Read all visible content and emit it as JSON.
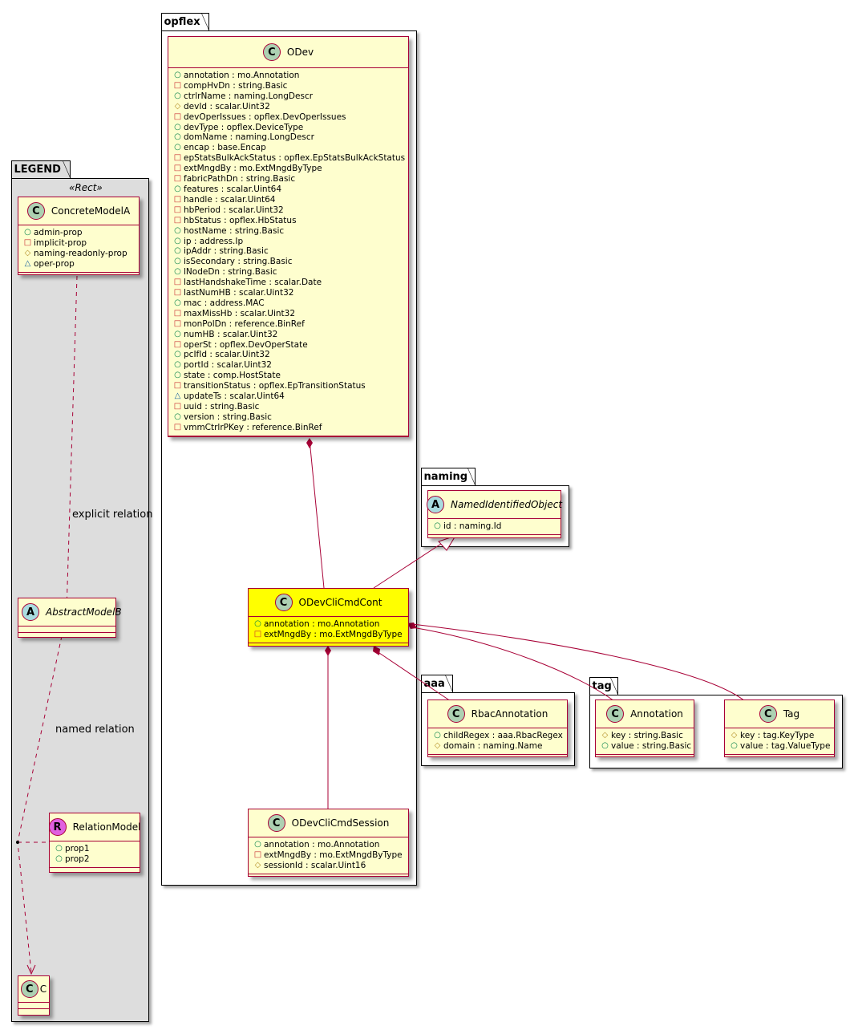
{
  "packages": {
    "legend": "LEGEND",
    "opflex": "opflex",
    "naming": "naming",
    "aaa": "aaa",
    "tag": "tag"
  },
  "legend": {
    "stereotype": "«Rect»",
    "concrete": {
      "name": "ConcreteModelA",
      "badge": "C",
      "attrs": [
        {
          "vis": "public",
          "text": "admin-prop"
        },
        {
          "vis": "private",
          "text": "implicit-prop"
        },
        {
          "vis": "protected",
          "text": "naming-readonly-prop"
        },
        {
          "vis": "package",
          "text": "oper-prop"
        }
      ]
    },
    "abstract": {
      "name": "AbstractModelB",
      "badge": "A"
    },
    "relation_model": {
      "name": "RelationModel",
      "badge": "R",
      "attrs": [
        {
          "vis": "public",
          "text": "prop1"
        },
        {
          "vis": "public",
          "text": "prop2"
        }
      ]
    },
    "c": {
      "name": "C",
      "badge": "C"
    },
    "explicit_relation_label": "explicit relation",
    "named_relation_label": "named relation"
  },
  "odev": {
    "name": "ODev",
    "badge": "C",
    "attrs": [
      {
        "vis": "public",
        "text": "annotation : mo.Annotation"
      },
      {
        "vis": "private",
        "text": "compHvDn : string.Basic"
      },
      {
        "vis": "public",
        "text": "ctrlrName : naming.LongDescr"
      },
      {
        "vis": "protected",
        "text": "devId : scalar.Uint32"
      },
      {
        "vis": "private",
        "text": "devOperIssues : opflex.DevOperIssues"
      },
      {
        "vis": "public",
        "text": "devType : opflex.DeviceType"
      },
      {
        "vis": "public",
        "text": "domName : naming.LongDescr"
      },
      {
        "vis": "public",
        "text": "encap : base.Encap"
      },
      {
        "vis": "private",
        "text": "epStatsBulkAckStatus : opflex.EpStatsBulkAckStatus"
      },
      {
        "vis": "private",
        "text": "extMngdBy : mo.ExtMngdByType"
      },
      {
        "vis": "private",
        "text": "fabricPathDn : string.Basic"
      },
      {
        "vis": "public",
        "text": "features : scalar.Uint64"
      },
      {
        "vis": "private",
        "text": "handle : scalar.Uint64"
      },
      {
        "vis": "private",
        "text": "hbPeriod : scalar.Uint32"
      },
      {
        "vis": "private",
        "text": "hbStatus : opflex.HbStatus"
      },
      {
        "vis": "public",
        "text": "hostName : string.Basic"
      },
      {
        "vis": "public",
        "text": "ip : address.Ip"
      },
      {
        "vis": "public",
        "text": "ipAddr : string.Basic"
      },
      {
        "vis": "public",
        "text": "isSecondary : string.Basic"
      },
      {
        "vis": "public",
        "text": "lNodeDn : string.Basic"
      },
      {
        "vis": "private",
        "text": "lastHandshakeTime : scalar.Date"
      },
      {
        "vis": "private",
        "text": "lastNumHB : scalar.Uint32"
      },
      {
        "vis": "public",
        "text": "mac : address.MAC"
      },
      {
        "vis": "private",
        "text": "maxMissHb : scalar.Uint32"
      },
      {
        "vis": "private",
        "text": "monPolDn : reference.BinRef"
      },
      {
        "vis": "public",
        "text": "numHB : scalar.Uint32"
      },
      {
        "vis": "private",
        "text": "operSt : opflex.DevOperState"
      },
      {
        "vis": "public",
        "text": "pcIfId : scalar.Uint32"
      },
      {
        "vis": "public",
        "text": "portId : scalar.Uint32"
      },
      {
        "vis": "public",
        "text": "state : comp.HostState"
      },
      {
        "vis": "private",
        "text": "transitionStatus : opflex.EpTransitionStatus"
      },
      {
        "vis": "package",
        "text": "updateTs : scalar.Uint64"
      },
      {
        "vis": "private",
        "text": "uuid : string.Basic"
      },
      {
        "vis": "public",
        "text": "version : string.Basic"
      },
      {
        "vis": "private",
        "text": "vmmCtrlrPKey : reference.BinRef"
      }
    ]
  },
  "named_identified_object": {
    "name": "NamedIdentifiedObject",
    "badge": "A",
    "attrs": [
      {
        "vis": "public",
        "text": "id : naming.Id"
      }
    ]
  },
  "odev_cli_cmd_cont": {
    "name": "ODevCliCmdCont",
    "badge": "C",
    "highlight_color": "#FFFF00",
    "attrs": [
      {
        "vis": "public",
        "text": "annotation : mo.Annotation"
      },
      {
        "vis": "private",
        "text": "extMngdBy : mo.ExtMngdByType"
      }
    ]
  },
  "rbac_annotation": {
    "name": "RbacAnnotation",
    "badge": "C",
    "attrs": [
      {
        "vis": "public",
        "text": "childRegex : aaa.RbacRegex"
      },
      {
        "vis": "protected",
        "text": "domain : naming.Name"
      }
    ]
  },
  "annotation": {
    "name": "Annotation",
    "badge": "C",
    "attrs": [
      {
        "vis": "protected",
        "text": "key : string.Basic"
      },
      {
        "vis": "public",
        "text": "value : string.Basic"
      }
    ]
  },
  "tag_cls": {
    "name": "Tag",
    "badge": "C",
    "attrs": [
      {
        "vis": "protected",
        "text": "key : tag.KeyType"
      },
      {
        "vis": "public",
        "text": "value : tag.ValueType"
      }
    ]
  },
  "odev_cli_cmd_session": {
    "name": "ODevCliCmdSession",
    "badge": "C",
    "attrs": [
      {
        "vis": "public",
        "text": "annotation : mo.Annotation"
      },
      {
        "vis": "private",
        "text": "extMngdBy : mo.ExtMngdByType"
      },
      {
        "vis": "protected",
        "text": "sessionId : scalar.Uint16"
      }
    ]
  },
  "colors": {
    "class_fill": "#FEFECE",
    "class_border": "#A80036",
    "legend_fill": "#DDDDDD",
    "highlight": "#FFFF00"
  }
}
